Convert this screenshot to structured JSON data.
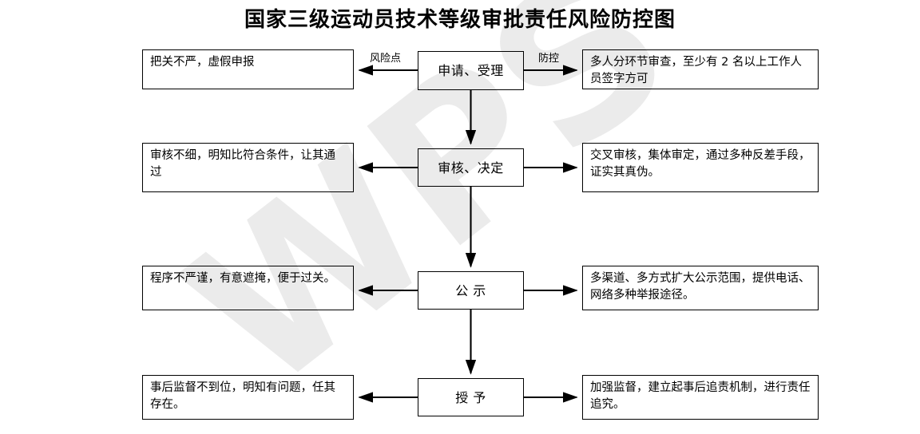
{
  "title": "国家三级运动员技术等级审批责任风险防控图",
  "watermark": {
    "text": "WPS",
    "color": "#ebebeb"
  },
  "edge_labels": {
    "risk": "风险点",
    "control": "防控"
  },
  "rows": [
    {
      "id": "apply",
      "risk": "把关不严，虚假申报",
      "process": "申请、受理",
      "control": "多人分环节审查，至少有 2 名以上工作人员签字方可"
    },
    {
      "id": "review",
      "risk": "审核不细，明知比符合条件，让其通过",
      "process": "审核、决定",
      "control": "交叉审核，集体审定，通过多种反差手段，证实其真伪。"
    },
    {
      "id": "publicize",
      "risk": "程序不严谨，有意遮掩，便于过关。",
      "process": "公  示",
      "control": "多渠道、多方式扩大公示范围，提供电话、网络多种举报途径。"
    },
    {
      "id": "grant",
      "risk": "事后监督不到位，明知有问题，任其存在。",
      "process": "授  予",
      "control": "加强监督，建立起事后追责机制，进行责任追究。"
    }
  ]
}
